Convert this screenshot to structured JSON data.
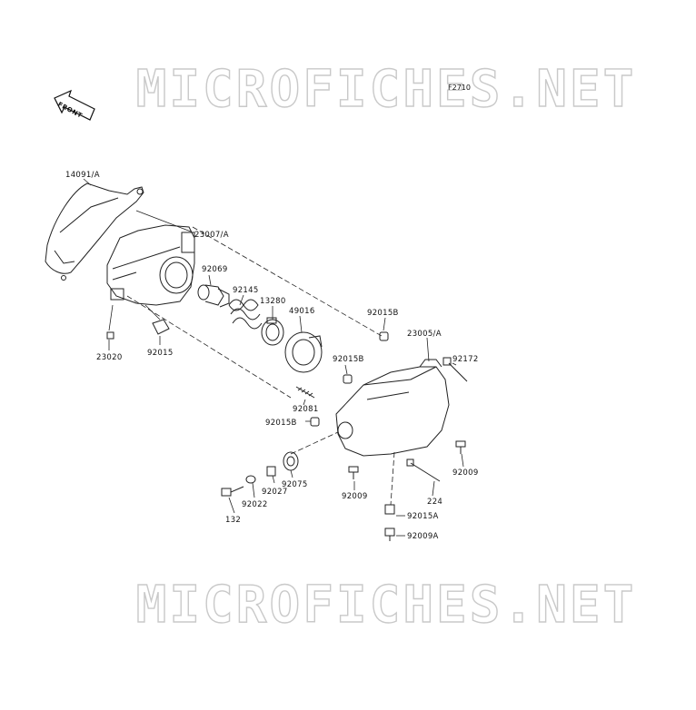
{
  "watermark": "MICROFICHES.NET",
  "figure_code": "F2710",
  "front_label": "FRONT",
  "parts": {
    "p14091A": "14091/A",
    "p23007A": "23007/A",
    "p92069": "92069",
    "p92145": "92145",
    "p13280": "13280",
    "p49016": "49016",
    "p92015B_top": "92015B",
    "p23005A": "23005/A",
    "p92172": "92172",
    "p92015B_mid": "92015B",
    "p92081": "92081",
    "p92015B_low": "92015B",
    "p23020": "23020",
    "p92015": "92015",
    "p92009_right": "92009",
    "p92009_mid": "92009",
    "p224": "224",
    "p92075": "92075",
    "p92027": "92027",
    "p92022": "92022",
    "p132": "132",
    "p92015A": "92015A",
    "p92009A": "92009A"
  }
}
